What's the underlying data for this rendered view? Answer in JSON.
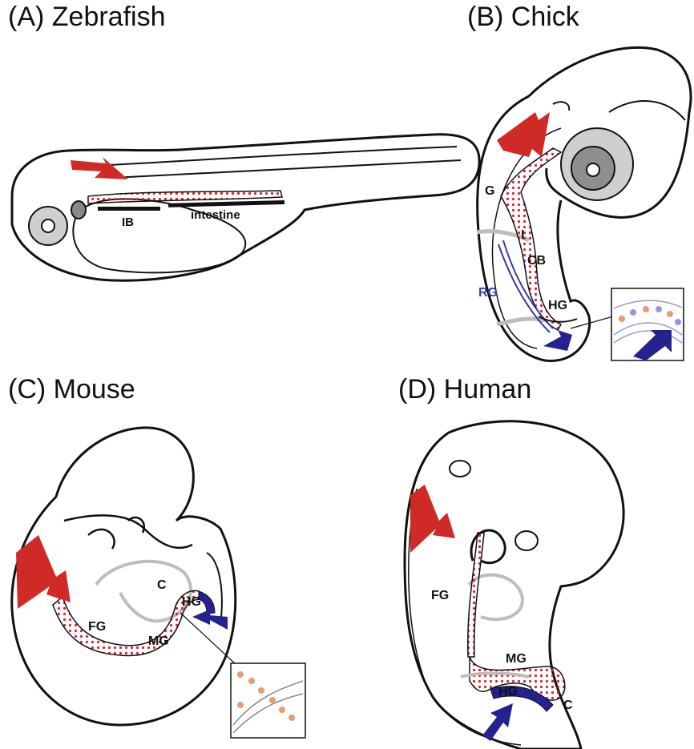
{
  "colors": {
    "outline": "#111111",
    "gut_dots": "#d8262e",
    "neural_crest_arrow": "#cf2a26",
    "sacral_arrow": "#23228f",
    "gray_structure": "#bdbdbd",
    "blue_label": "#3a3aa0",
    "enteric_cells": "#e89a74",
    "sacral_cells": "#9a97d8"
  },
  "panels": {
    "a": {
      "title": "(A) Zebrafish",
      "labels": {
        "ib": "IB",
        "intestine": "intestine"
      }
    },
    "b": {
      "title": "(B) Chick",
      "labels": {
        "g": "G",
        "i": "I",
        "cb": "CB",
        "rg": "RG",
        "hg": "HG"
      }
    },
    "c": {
      "title": "(C) Mouse",
      "labels": {
        "c": "C",
        "hg": "HG",
        "fg": "FG",
        "mg": "MG"
      }
    },
    "d": {
      "title": "(D) Human",
      "labels": {
        "fg": "FG",
        "mg": "MG",
        "hg": "HG",
        "c": "C"
      }
    }
  }
}
